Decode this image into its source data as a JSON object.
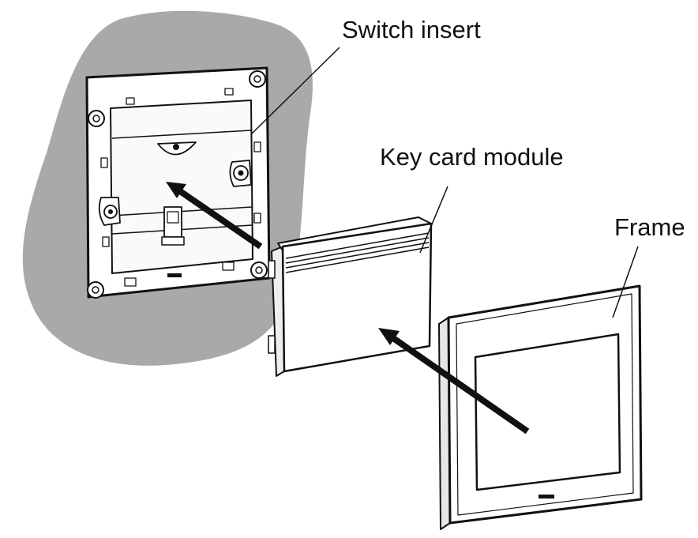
{
  "labels": {
    "switch_insert": "Switch insert",
    "key_card_module": "Key card module",
    "frame": "Frame"
  },
  "colors": {
    "wall": "#a9a9a9",
    "line": "#111111",
    "part_fill": "#ffffff",
    "background": "#ffffff"
  }
}
